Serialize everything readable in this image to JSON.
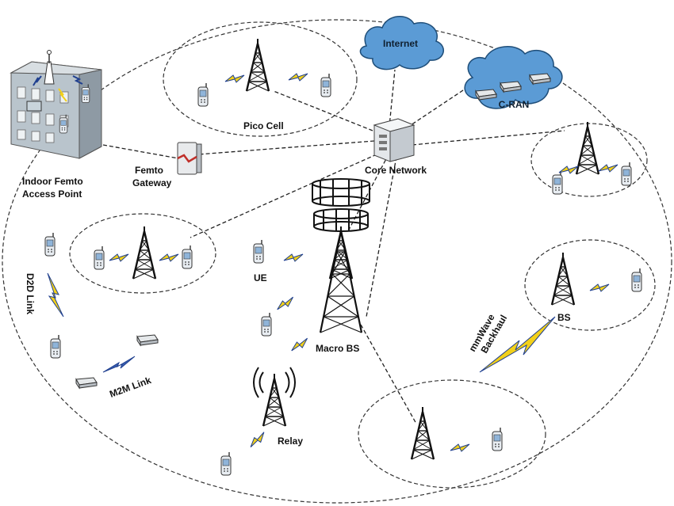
{
  "labels": {
    "internet": "Internet",
    "cran": "C-RAN",
    "pico_cell": "Pico Cell",
    "core_network": "Core Network",
    "indoor_femto_1": "Indoor Femto",
    "indoor_femto_2": "Access Point",
    "femto_gateway_1": "Femto",
    "femto_gateway_2": "Gateway",
    "ue": "UE",
    "macro_bs": "Macro BS",
    "relay": "Relay",
    "d2d_link": "D2D Link",
    "m2m_link": "M2M Link",
    "mmwave_1": "mmWave",
    "mmwave_2": "Backhaul",
    "bs": "BS"
  },
  "colors": {
    "cloud_fill": "#5b9bd5",
    "cloud_stroke": "#1f4e79",
    "lightning": "#f2d01a",
    "lightning_stroke": "#1f3f8f",
    "building": "#b9c4cc",
    "gateway_red": "#c0302a",
    "line": "#222222"
  }
}
